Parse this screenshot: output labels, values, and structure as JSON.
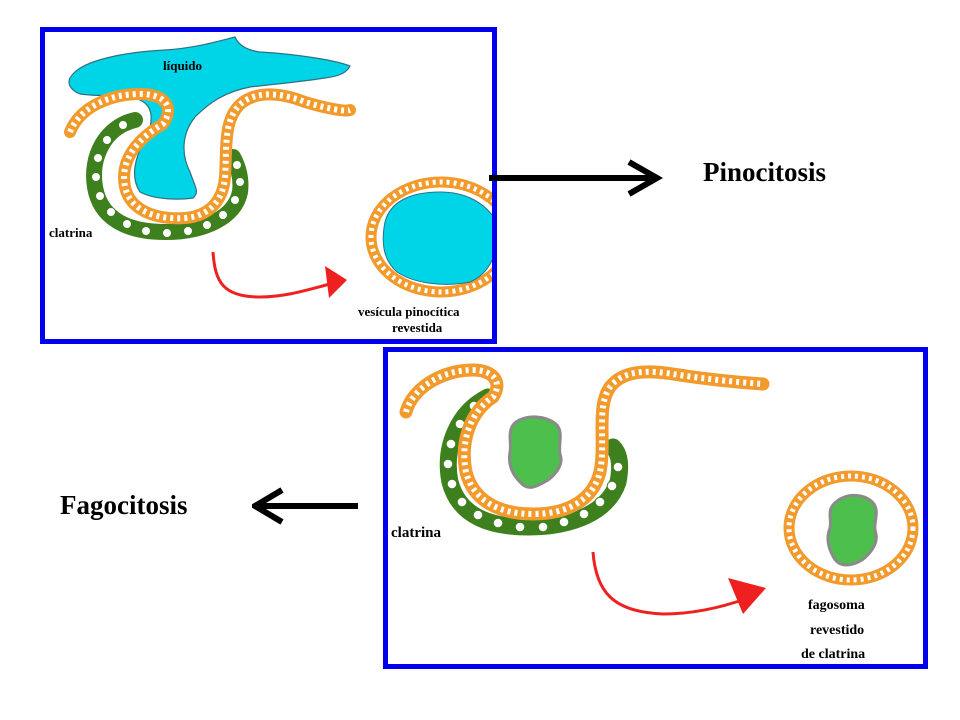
{
  "pinocytosis": {
    "title": "Pinocitosis",
    "liquid_label": "líquido",
    "clathrin_label": "clatrina",
    "vesicle_label_line1": "vesícula pinocítica",
    "vesicle_label_line2": "revestida"
  },
  "phagocytosis": {
    "title": "Fagocitosis",
    "clathrin_label": "clatrina",
    "phagosome_label_line1": "fagosoma",
    "phagosome_label_line2": "revestido",
    "phagosome_label_line3": "de clatrina"
  },
  "colors": {
    "panel_border": "#0000ee",
    "membrane": "#f39a2d",
    "clathrin": "#3e7f1e",
    "liquid": "#00d5e8",
    "particle": "#4cbf4c",
    "transport_arrow": "#ee2020",
    "pointer_arrow": "#000000"
  }
}
